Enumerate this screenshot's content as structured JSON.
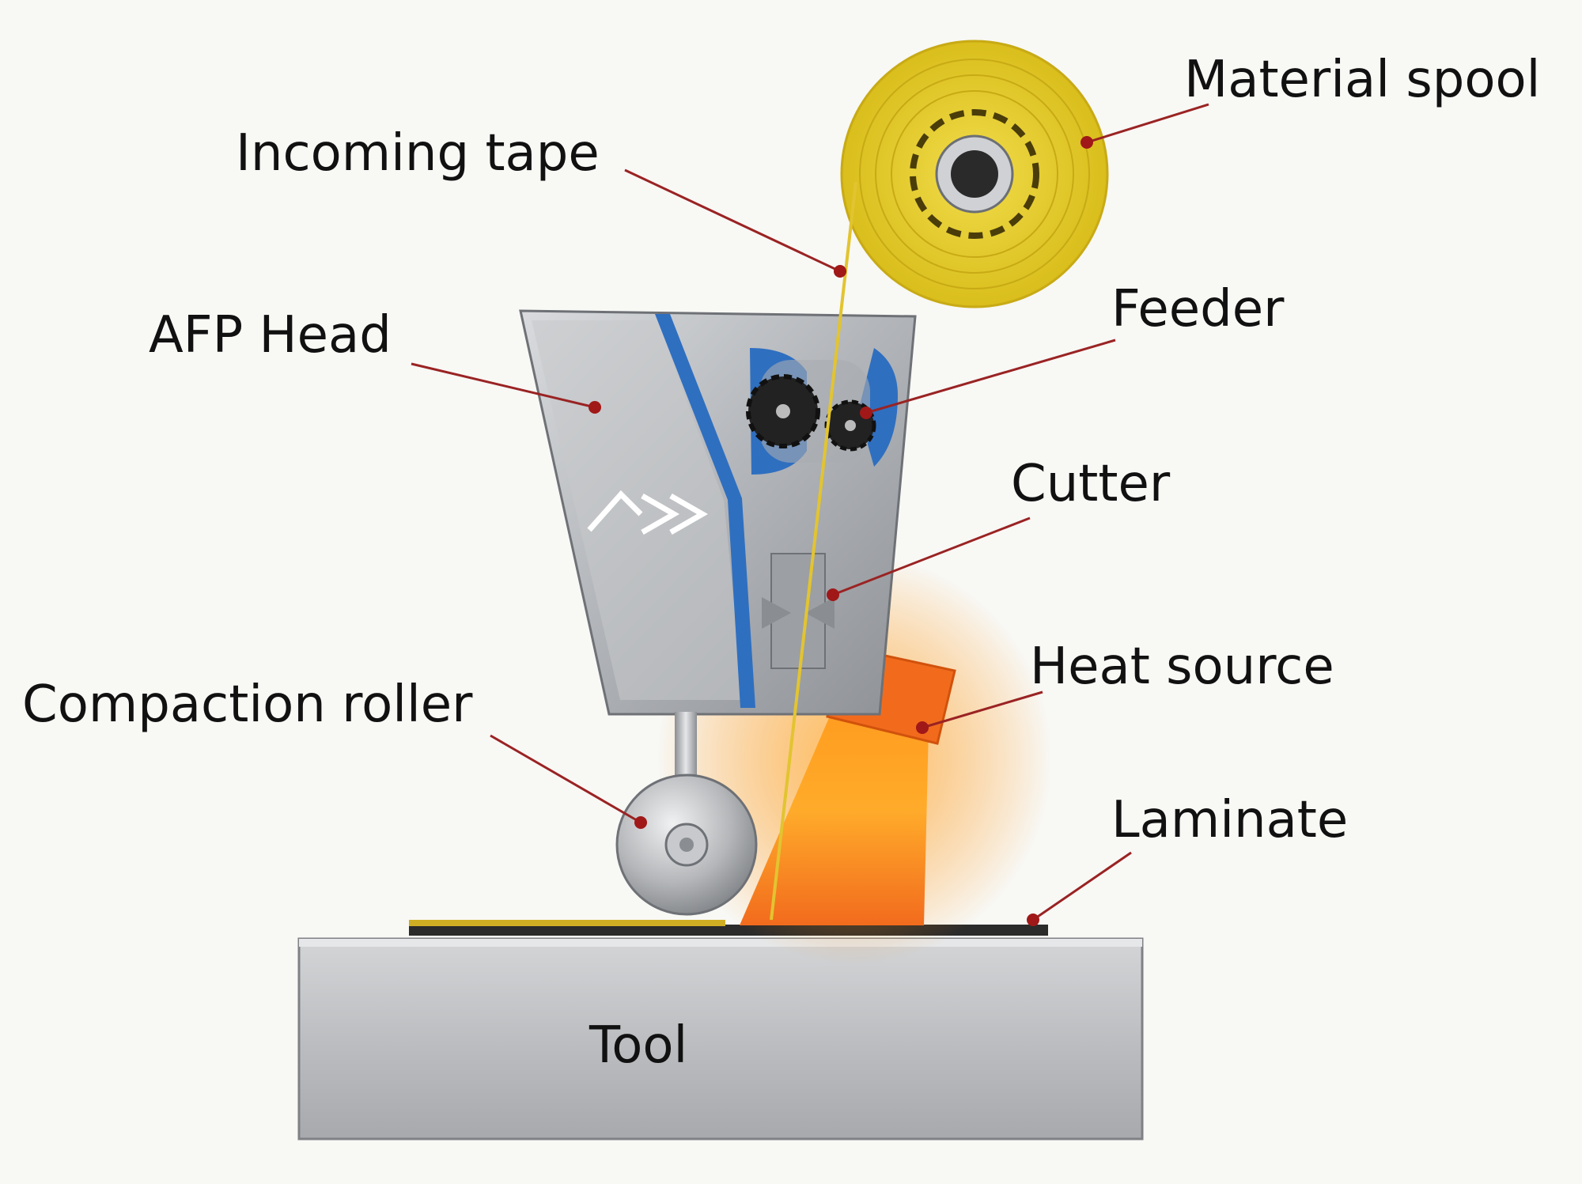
{
  "labels": {
    "material_spool": "Material spool",
    "incoming_tape": "Incoming tape",
    "afp_head": "AFP Head",
    "feeder": "Feeder",
    "cutter": "Cutter",
    "heat_source": "Heat source",
    "compaction_roller": "Compaction roller",
    "laminate": "Laminate",
    "tool": "Tool"
  },
  "colors": {
    "leader_line": "#9a2323",
    "tape": "#e2c430",
    "spool": "#e8cf2a",
    "accent_blue": "#2f6fc0",
    "heat": "#f26b1d",
    "metal": "#b5b7ba"
  }
}
